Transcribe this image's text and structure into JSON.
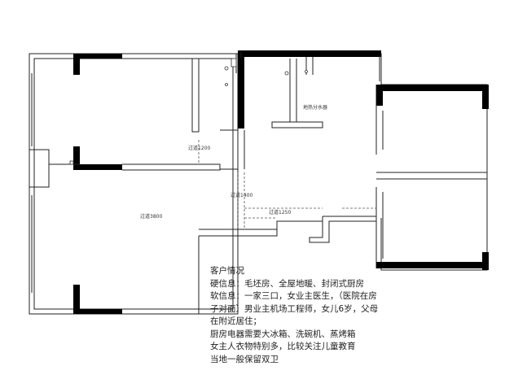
{
  "plan": {
    "labels": {
      "aisle_1": "过道1200",
      "aisle_2": "过道1400",
      "aisle_3": "过道1250",
      "living": "过道3800",
      "floor_heating": "地热分水器"
    }
  },
  "notes": {
    "title": "客户情况",
    "lines": [
      "硬信息：毛坯房、全屋地暖、封闭式厨房",
      "软信息：一家三口，女业主医生，（医院在房",
      "子对面）男业主机场工程师，女儿6岁，父母",
      "在附近居住；",
      "厨房电器需要大冰箱、洗碗机、蒸烤箱",
      "女主人衣物特别多，比较关注儿童教育",
      "当地一般保留双卫"
    ]
  }
}
